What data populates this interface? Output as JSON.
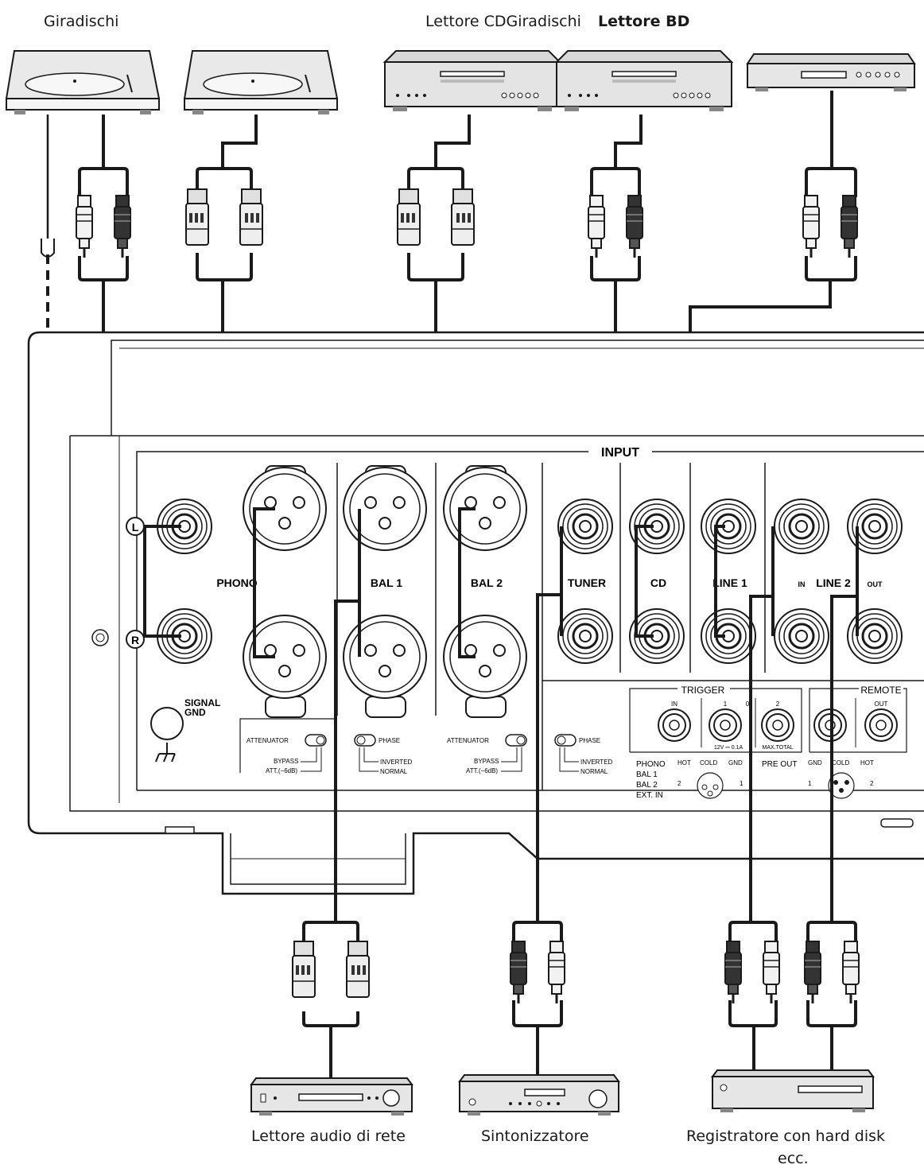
{
  "devices_top": {
    "turntable_label": "Giradischi",
    "cd_turntable_label": "Lettore CDGiradischi",
    "bd_label": "Lettore BD"
  },
  "devices_bottom": {
    "network_player_label": "Lettore audio di rete",
    "tuner_label": "Sintonizzatore",
    "recorder_label_line1": "Registratore con hard disk",
    "recorder_label_line2": "ecc."
  },
  "panel": {
    "input_title": "INPUT",
    "phono": "PHONO",
    "bal1": "BAL 1",
    "bal2": "BAL 2",
    "tuner": "TUNER",
    "cd": "CD",
    "line1": "LINE 1",
    "line2": "LINE 2",
    "line2_in": "IN",
    "line2_out": "OUT",
    "ch_l": "L",
    "ch_r": "R",
    "signal_gnd_1": "SIGNAL",
    "signal_gnd_2": "GND",
    "attenuator": "ATTENUATOR",
    "bypass": "BYPASS",
    "att": "ATT.(−6dB)",
    "phase": "PHASE",
    "inverted": "INVERTED",
    "normal": "NORMAL",
    "trigger": "TRIGGER",
    "trigger_in": "IN",
    "trigger_1": "1",
    "trigger_2": "2",
    "trigger_0": "0",
    "trigger_spec": "12V ⎓ 0.1A",
    "max_total": "MAX.TOTAL",
    "remote": "REMOTE",
    "remote_out": "OUT",
    "pre_out": "PRE OUT",
    "pin_list": [
      "PHONO",
      "BAL 1",
      "BAL 2",
      "EXT. IN"
    ],
    "pin_hot": "HOT",
    "pin_cold": "COLD",
    "pin_gnd": "GND",
    "pin_2": "2",
    "pin_1": "1"
  },
  "colors": {
    "line": "#1a1a1a",
    "panel_fill": "#ffffff",
    "device_fill": "#e6e6e6",
    "plug_dark": "#333333",
    "plug_light": "#f2f2f2"
  }
}
